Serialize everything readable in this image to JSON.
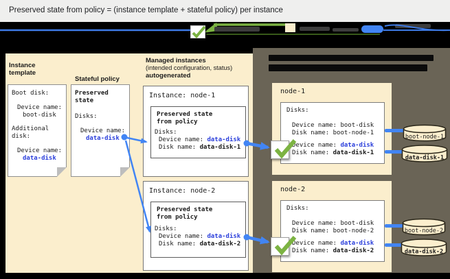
{
  "title": "Preserved state from policy = (instance template + stateful policy) per instance",
  "colors": {
    "accent_blue": "#4285F4",
    "link_blue": "#2B3FDB",
    "check_green": "#7CB342",
    "panel_cream": "#FBEECD",
    "panel_olive": "#6A6456",
    "titlebar_gray": "#EFEFEE",
    "band_black": "#000000"
  },
  "instance_template": {
    "label": "Instance\ntemplate",
    "boot_disk_heading": "Boot disk:",
    "device_name_label": "Device name:",
    "boot_device_value": "boot-disk",
    "additional_disk_heading": "Additional\ndisk:",
    "data_device_value": "data-disk"
  },
  "stateful_policy": {
    "label": "Stateful policy",
    "heading": "Preserved\nstate",
    "disks_label": "Disks:",
    "device_name_label": "Device name:",
    "device_value": "data-disk"
  },
  "managed_instances": {
    "heading": "Managed instances",
    "subheading": "(intended configuration, status)",
    "autogenerated": "autogenerated",
    "instances": [
      {
        "title": "Instance: node-1",
        "inner_heading": "Preserved state\nfrom policy",
        "disks_label": "Disks:",
        "device_label": "Device name:",
        "device_value": "data-disk",
        "disk_label": "Disk name:",
        "disk_value": "data-disk-1"
      },
      {
        "title": "Instance: node-2",
        "inner_heading": "Preserved state\nfrom policy",
        "disks_label": "Disks:",
        "device_label": "Device name:",
        "device_value": "data-disk",
        "disk_label": "Disk name:",
        "disk_value": "data-disk-2"
      }
    ]
  },
  "vm_nodes": [
    {
      "name": "node-1",
      "disks_label": "Disks:",
      "boot_device_label": "Device name:",
      "boot_device_value": "boot-disk",
      "boot_disk_label": "Disk name:",
      "boot_disk_value": "boot-node-1",
      "data_device_label": "Device name:",
      "data_device_value": "data-disk",
      "data_disk_label": "Disk name:",
      "data_disk_value": "data-disk-1",
      "boot_cylinder": "boot-node-1",
      "data_cylinder": "data-disk-1"
    },
    {
      "name": "node-2",
      "disks_label": "Disks:",
      "boot_device_label": "Device name:",
      "boot_device_value": "boot-disk",
      "boot_disk_label": "Disk name:",
      "boot_disk_value": "boot-node-2",
      "data_device_label": "Device name:",
      "data_device_value": "data-disk",
      "data_disk_label": "Disk name:",
      "data_disk_value": "data-disk-2",
      "boot_cylinder": "boot-node-2",
      "data_cylinder": "data-disk-2"
    }
  ]
}
